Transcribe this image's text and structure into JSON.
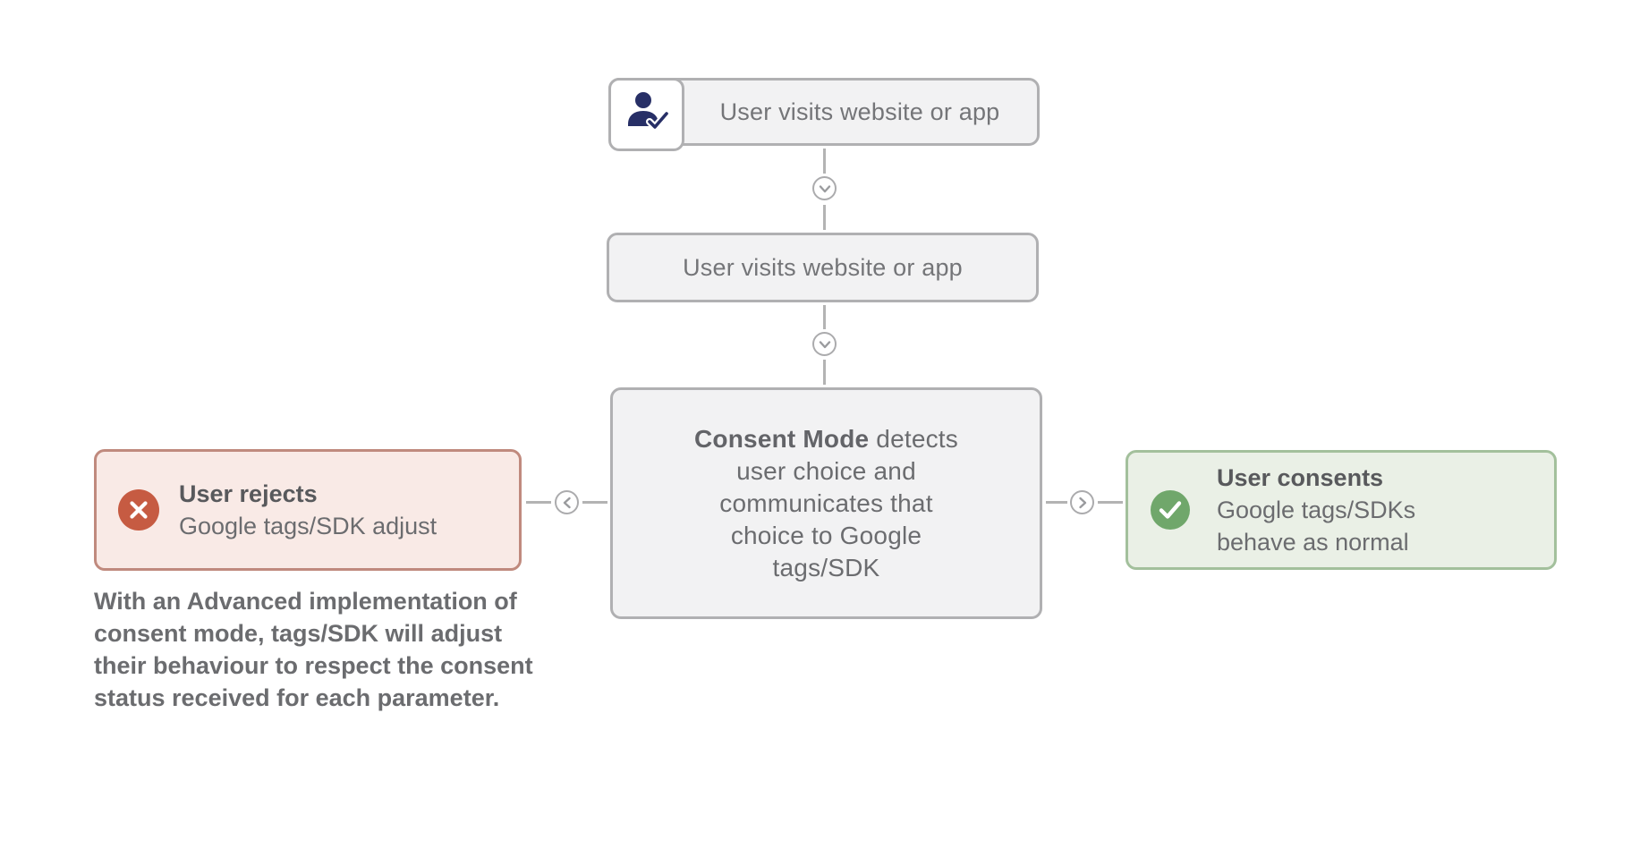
{
  "diagram": {
    "nodes": {
      "visit_top": {
        "label": "User visits website or app",
        "icon": "user-check-icon"
      },
      "visit_second": {
        "label": "User visits website or app"
      },
      "consent_mode": {
        "bold": "Consent Mode",
        "rest": "detects user choice and communicates that choice to Google tags/SDK"
      },
      "reject": {
        "title": "User rejects",
        "subtitle": "Google tags/SDK adjust",
        "icon": "x-circle-icon"
      },
      "consent": {
        "title": "User consents",
        "subtitle": "Google tags/SDKs behave as normal",
        "icon": "check-circle-icon"
      }
    },
    "note": "With an Advanced implementation of consent mode, tags/SDK will adjust their behaviour to respect the consent status received for each parameter.",
    "connectors": [
      "chevron-down",
      "chevron-down",
      "chevron-left",
      "chevron-right"
    ],
    "colors": {
      "node_fill": "#f2f2f3",
      "node_border": "#b0b0b2",
      "node_text": "#747578",
      "reject_fill": "#f9eae6",
      "reject_border": "#c08a7e",
      "reject_accent": "#c65b42",
      "consent_fill": "#eaf0e6",
      "consent_border": "#a3c09c",
      "consent_accent": "#70a76b",
      "icon_navy": "#272f66",
      "connector_gray": "#b3b3b3",
      "text_gray": "#6b6c6f",
      "text_dark": "#58595c"
    }
  }
}
